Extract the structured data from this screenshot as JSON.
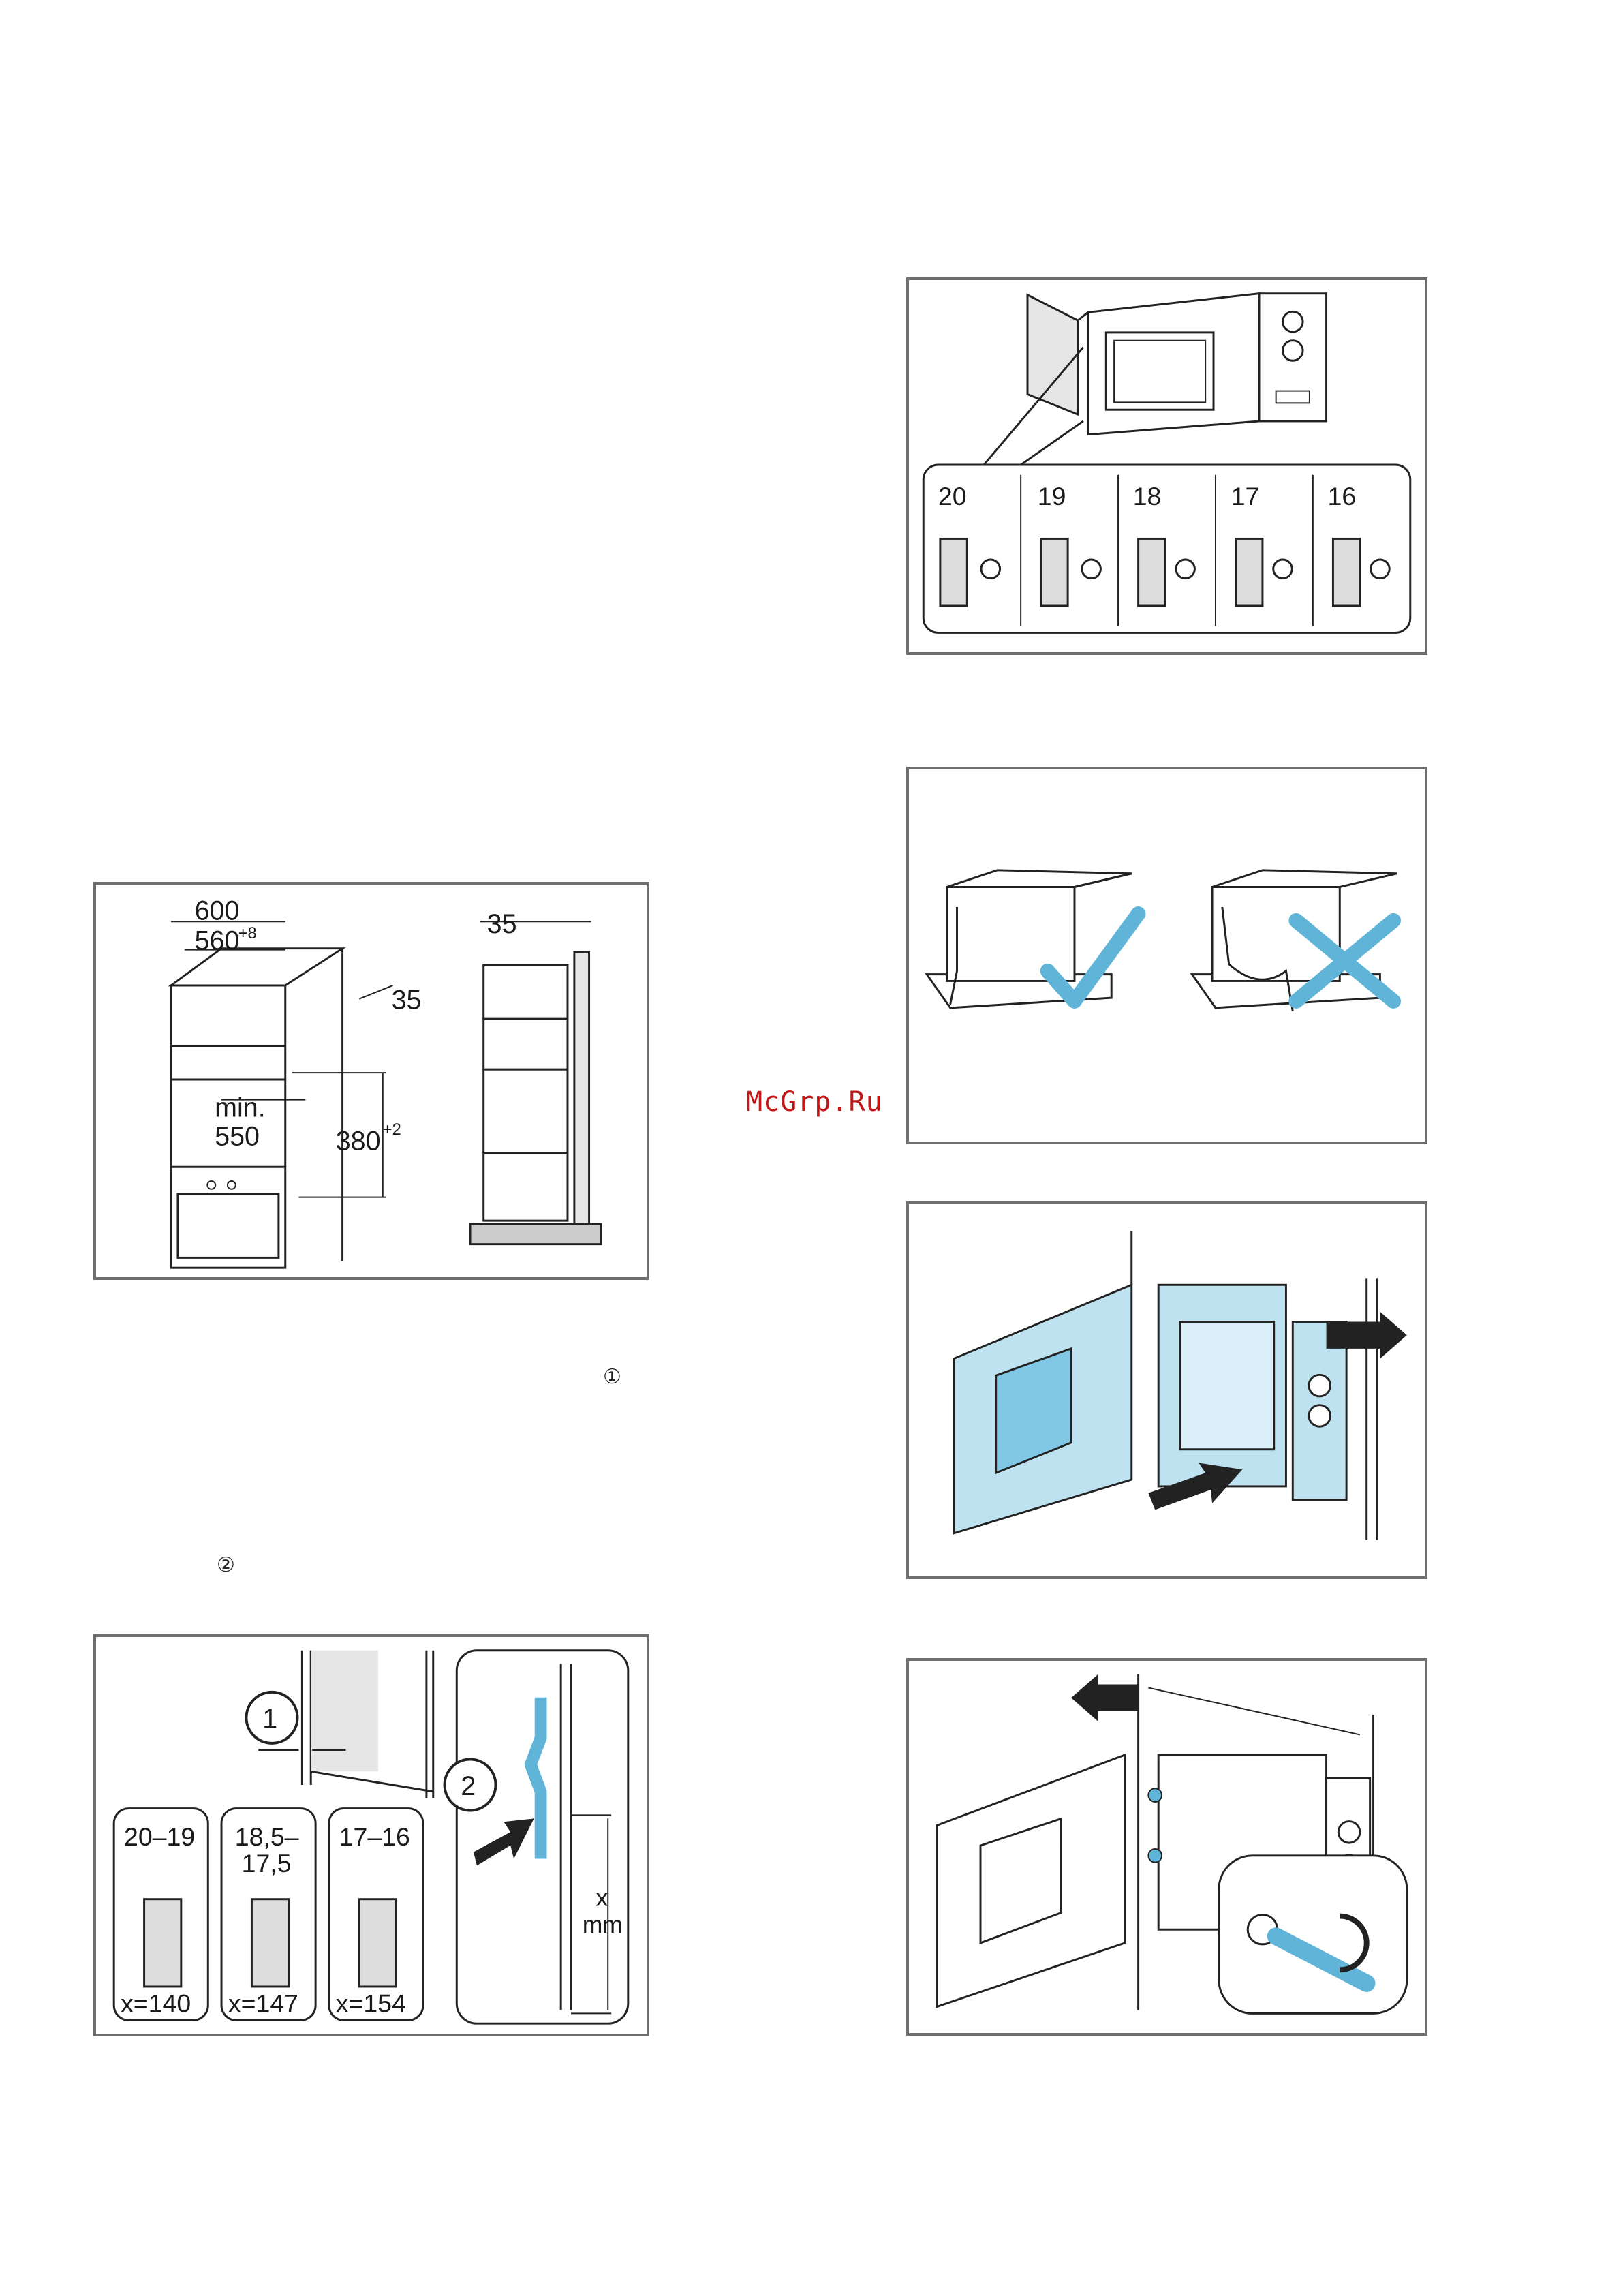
{
  "watermark": "McGrp.Ru",
  "markers": {
    "step1": "①",
    "step2": "②"
  },
  "figure_cabinet": {
    "dim_width_total": "600",
    "dim_width_inner": "560",
    "dim_width_inner_tol": "+8",
    "dim_side": "35",
    "dim_depth": "min.",
    "dim_depth_val": "550",
    "dim_height": "380",
    "dim_height_tol": "+2",
    "dim_side_right": "35"
  },
  "figure_spacers": {
    "thicknesses": [
      "20",
      "19",
      "18",
      "17",
      "16"
    ]
  },
  "figure_cable": {
    "correct_icon": "checkmark-icon",
    "wrong_icon": "cross-icon"
  },
  "figure_bracket": {
    "callout_1": "1",
    "callout_2": "2",
    "columns": [
      {
        "range": "20–19",
        "range2": "",
        "x": "x=140"
      },
      {
        "range": "18,5–",
        "range2": "17,5",
        "x": "x=147"
      },
      {
        "range": "17–16",
        "range2": "",
        "x": "x=154"
      }
    ],
    "x_label": "x",
    "x_unit": "mm"
  },
  "colors": {
    "accent_blue": "#5fb4d8",
    "light_blue": "#bfe2f0",
    "border": "#6e6e6e"
  }
}
